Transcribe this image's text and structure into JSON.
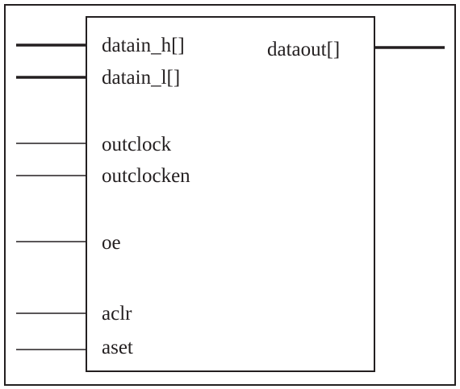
{
  "inputs": [
    {
      "id": "datain_h",
      "label": "datain_h[]",
      "bus": true
    },
    {
      "id": "datain_l",
      "label": "datain_l[]",
      "bus": true
    },
    {
      "id": "outclock",
      "label": "outclock",
      "bus": false
    },
    {
      "id": "outclocken",
      "label": "outclocken",
      "bus": false
    },
    {
      "id": "oe",
      "label": "oe",
      "bus": false
    },
    {
      "id": "aclr",
      "label": "aclr",
      "bus": false
    },
    {
      "id": "aset",
      "label": "aset",
      "bus": false
    }
  ],
  "outputs": [
    {
      "id": "dataout",
      "label": "dataout[]",
      "bus": true
    }
  ],
  "colors": {
    "stroke": "#231f20",
    "background": "#ffffff"
  }
}
